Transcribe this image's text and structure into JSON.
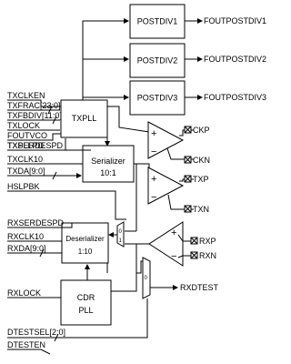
{
  "blocks": {
    "postdiv1": "POSTDIV1",
    "postdiv2": "POSTDIV2",
    "postdiv3": "POSTDIV3",
    "txpll": "TXPLL",
    "serializer_line1": "Serializer",
    "serializer_line2": "10:1",
    "deserializer_line1": "Deserializer",
    "deserializer_line2": "1:10",
    "cdr_line1": "CDR",
    "cdr_line2": "PLL"
  },
  "outputs": {
    "foutpostdiv1": "FOUTPOSTDIV1",
    "foutpostdiv2": "FOUTPOSTDIV2",
    "foutpostdiv3": "FOUTPOSTDIV3"
  },
  "signals": {
    "txclken": "TXCLKEN",
    "txfrac": "TXFRAC[23:0]",
    "txfbdiv": "TXFBDIV[11:0]",
    "txlock": "TXLOCK",
    "foutvco": "FOUTVCO",
    "txplllpd": "TXPLLPD",
    "txserdespd": "TXSERDESPD",
    "txclk10": "TXCLK10",
    "txda": "TXDA[9:0]",
    "hslpbk": "HSLPBK",
    "rxserdespd": "RXSERDESPD",
    "rxclk10": "RXCLK10",
    "rxda": "RXDA[9:0]",
    "rxlock": "RXLOCK",
    "dtestsel": "DTESTSEL[2:0]",
    "dtesten": "DTESTEN"
  },
  "pins": {
    "ckp": "CKP",
    "ckn": "CKN",
    "txp": "TXP",
    "txn": "TXN",
    "rxp": "RXP",
    "rxn": "RXN"
  },
  "rxdtest": "RXDTEST",
  "amp": {
    "plus": "+",
    "minus": "−"
  },
  "mux": {
    "zero": "0",
    "one": "1"
  }
}
